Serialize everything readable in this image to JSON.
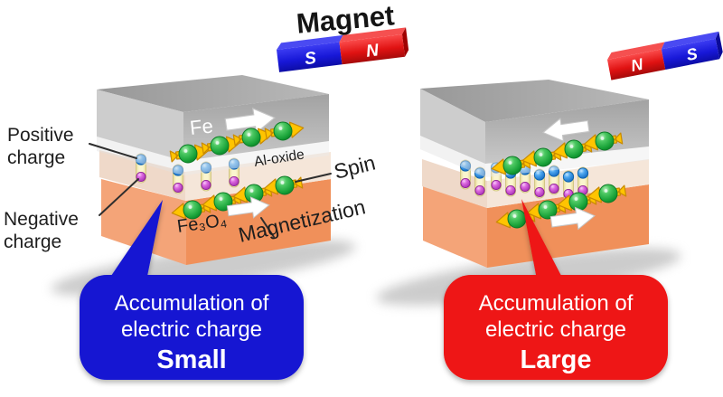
{
  "title": "Magnet",
  "magnets": {
    "left": {
      "left_pole": "S",
      "right_pole": "N",
      "left_color": "#2020dd",
      "right_color": "#e61515"
    },
    "right": {
      "left_pole": "N",
      "right_pole": "S",
      "left_color": "#e61515",
      "right_color": "#2020dd"
    }
  },
  "structures": {
    "left": {
      "layers": {
        "top": "Fe",
        "middle": "Al-oxide",
        "bottom": "Fe₃O₄"
      },
      "fe_magnetization_direction": "right",
      "fe3o4_magnetization_direction": "right",
      "interface_spin_direction_top": "right",
      "interface_spin_direction_bottom": "left",
      "charge_pillar_count": 4
    },
    "right": {
      "fe_magnetization_direction": "left",
      "fe3o4_magnetization_direction": "right",
      "interface_spin_direction_top": "left",
      "interface_spin_direction_bottom": "left",
      "charge_pillar_count": 9
    }
  },
  "annotations": {
    "positive_charge": {
      "line1": "Positive",
      "line2": "charge"
    },
    "negative_charge": {
      "line1": "Negative",
      "line2": "charge"
    },
    "spin": "Spin",
    "magnetization": "Magnetization"
  },
  "callouts": {
    "small": {
      "line1": "Accumulation of",
      "line2": "electric charge",
      "emphasis": "Small",
      "bg": "#1414d2"
    },
    "large": {
      "line1": "Accumulation of",
      "line2": "electric charge",
      "emphasis": "Large",
      "bg": "#ee1212"
    }
  },
  "colors": {
    "fe_layer_gray": "#ababab",
    "al_oxide_beige": "#f3e2d4",
    "fe3o4_orange": "#f0905c",
    "spin_sphere_green": "#1fa33c",
    "positive_sphere_blue": "#1e86e0",
    "negative_sphere_magenta": "#c83ccc",
    "spin_arrow_gold": "#ffc400"
  }
}
